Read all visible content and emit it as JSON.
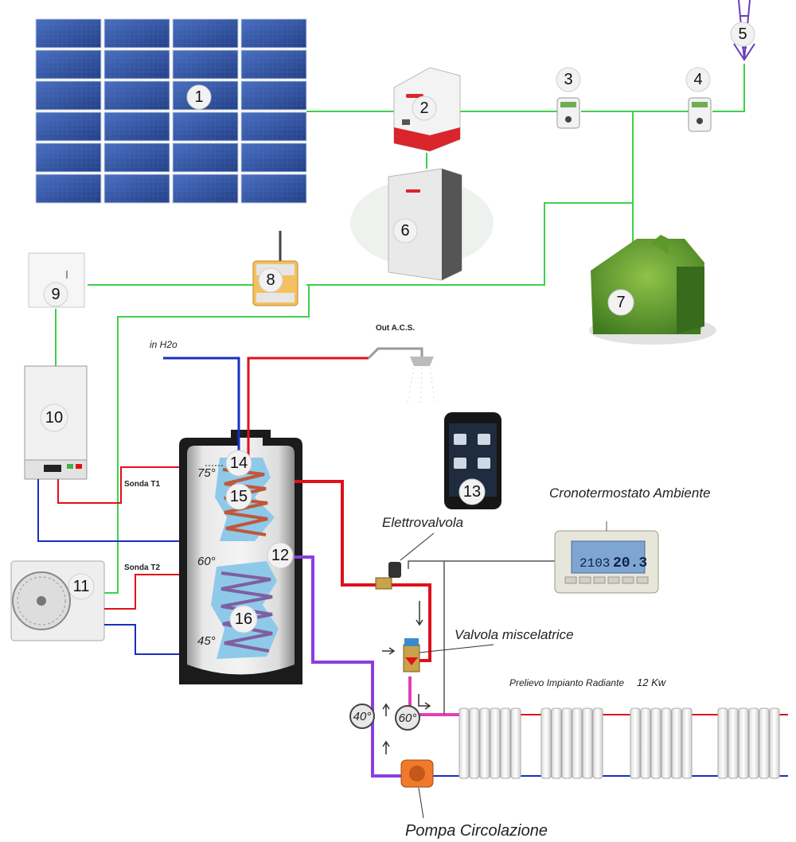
{
  "badges": [
    "1",
    "2",
    "3",
    "4",
    "5",
    "6",
    "7",
    "8",
    "9",
    "10",
    "11",
    "12",
    "13",
    "14",
    "15",
    "16"
  ],
  "labels": {
    "out_acs": "Out A.C.S.",
    "in_h2o": "in H2o",
    "sonda_t1": "Sonda T1",
    "sonda_t2": "Sonda T2",
    "cronotermostato": "Cronotermostato Ambiente",
    "elettrovalvola": "Elettrovalvola",
    "valvola_miscelatrice": "Valvola miscelatrice",
    "prelievo": "Prelievo Impianto Radiante",
    "prelievo_power": "12 Kw",
    "pompa": "Pompa  Circolazione"
  },
  "temperatures": {
    "t75": "75°",
    "t60_tank": "60°",
    "t45": "45°",
    "gauge_40": "40°",
    "gauge_60": "60°"
  },
  "thermostat_display": {
    "time": "2103",
    "temp": "20.3"
  },
  "colors": {
    "link_green": "#3fd14a",
    "hot_red": "#e0101c",
    "cold_blue": "#1a2fbf",
    "return_purple": "#8a3ee0",
    "mix_pink": "#e23fb6",
    "panel_blue": "#2f4f9a"
  }
}
